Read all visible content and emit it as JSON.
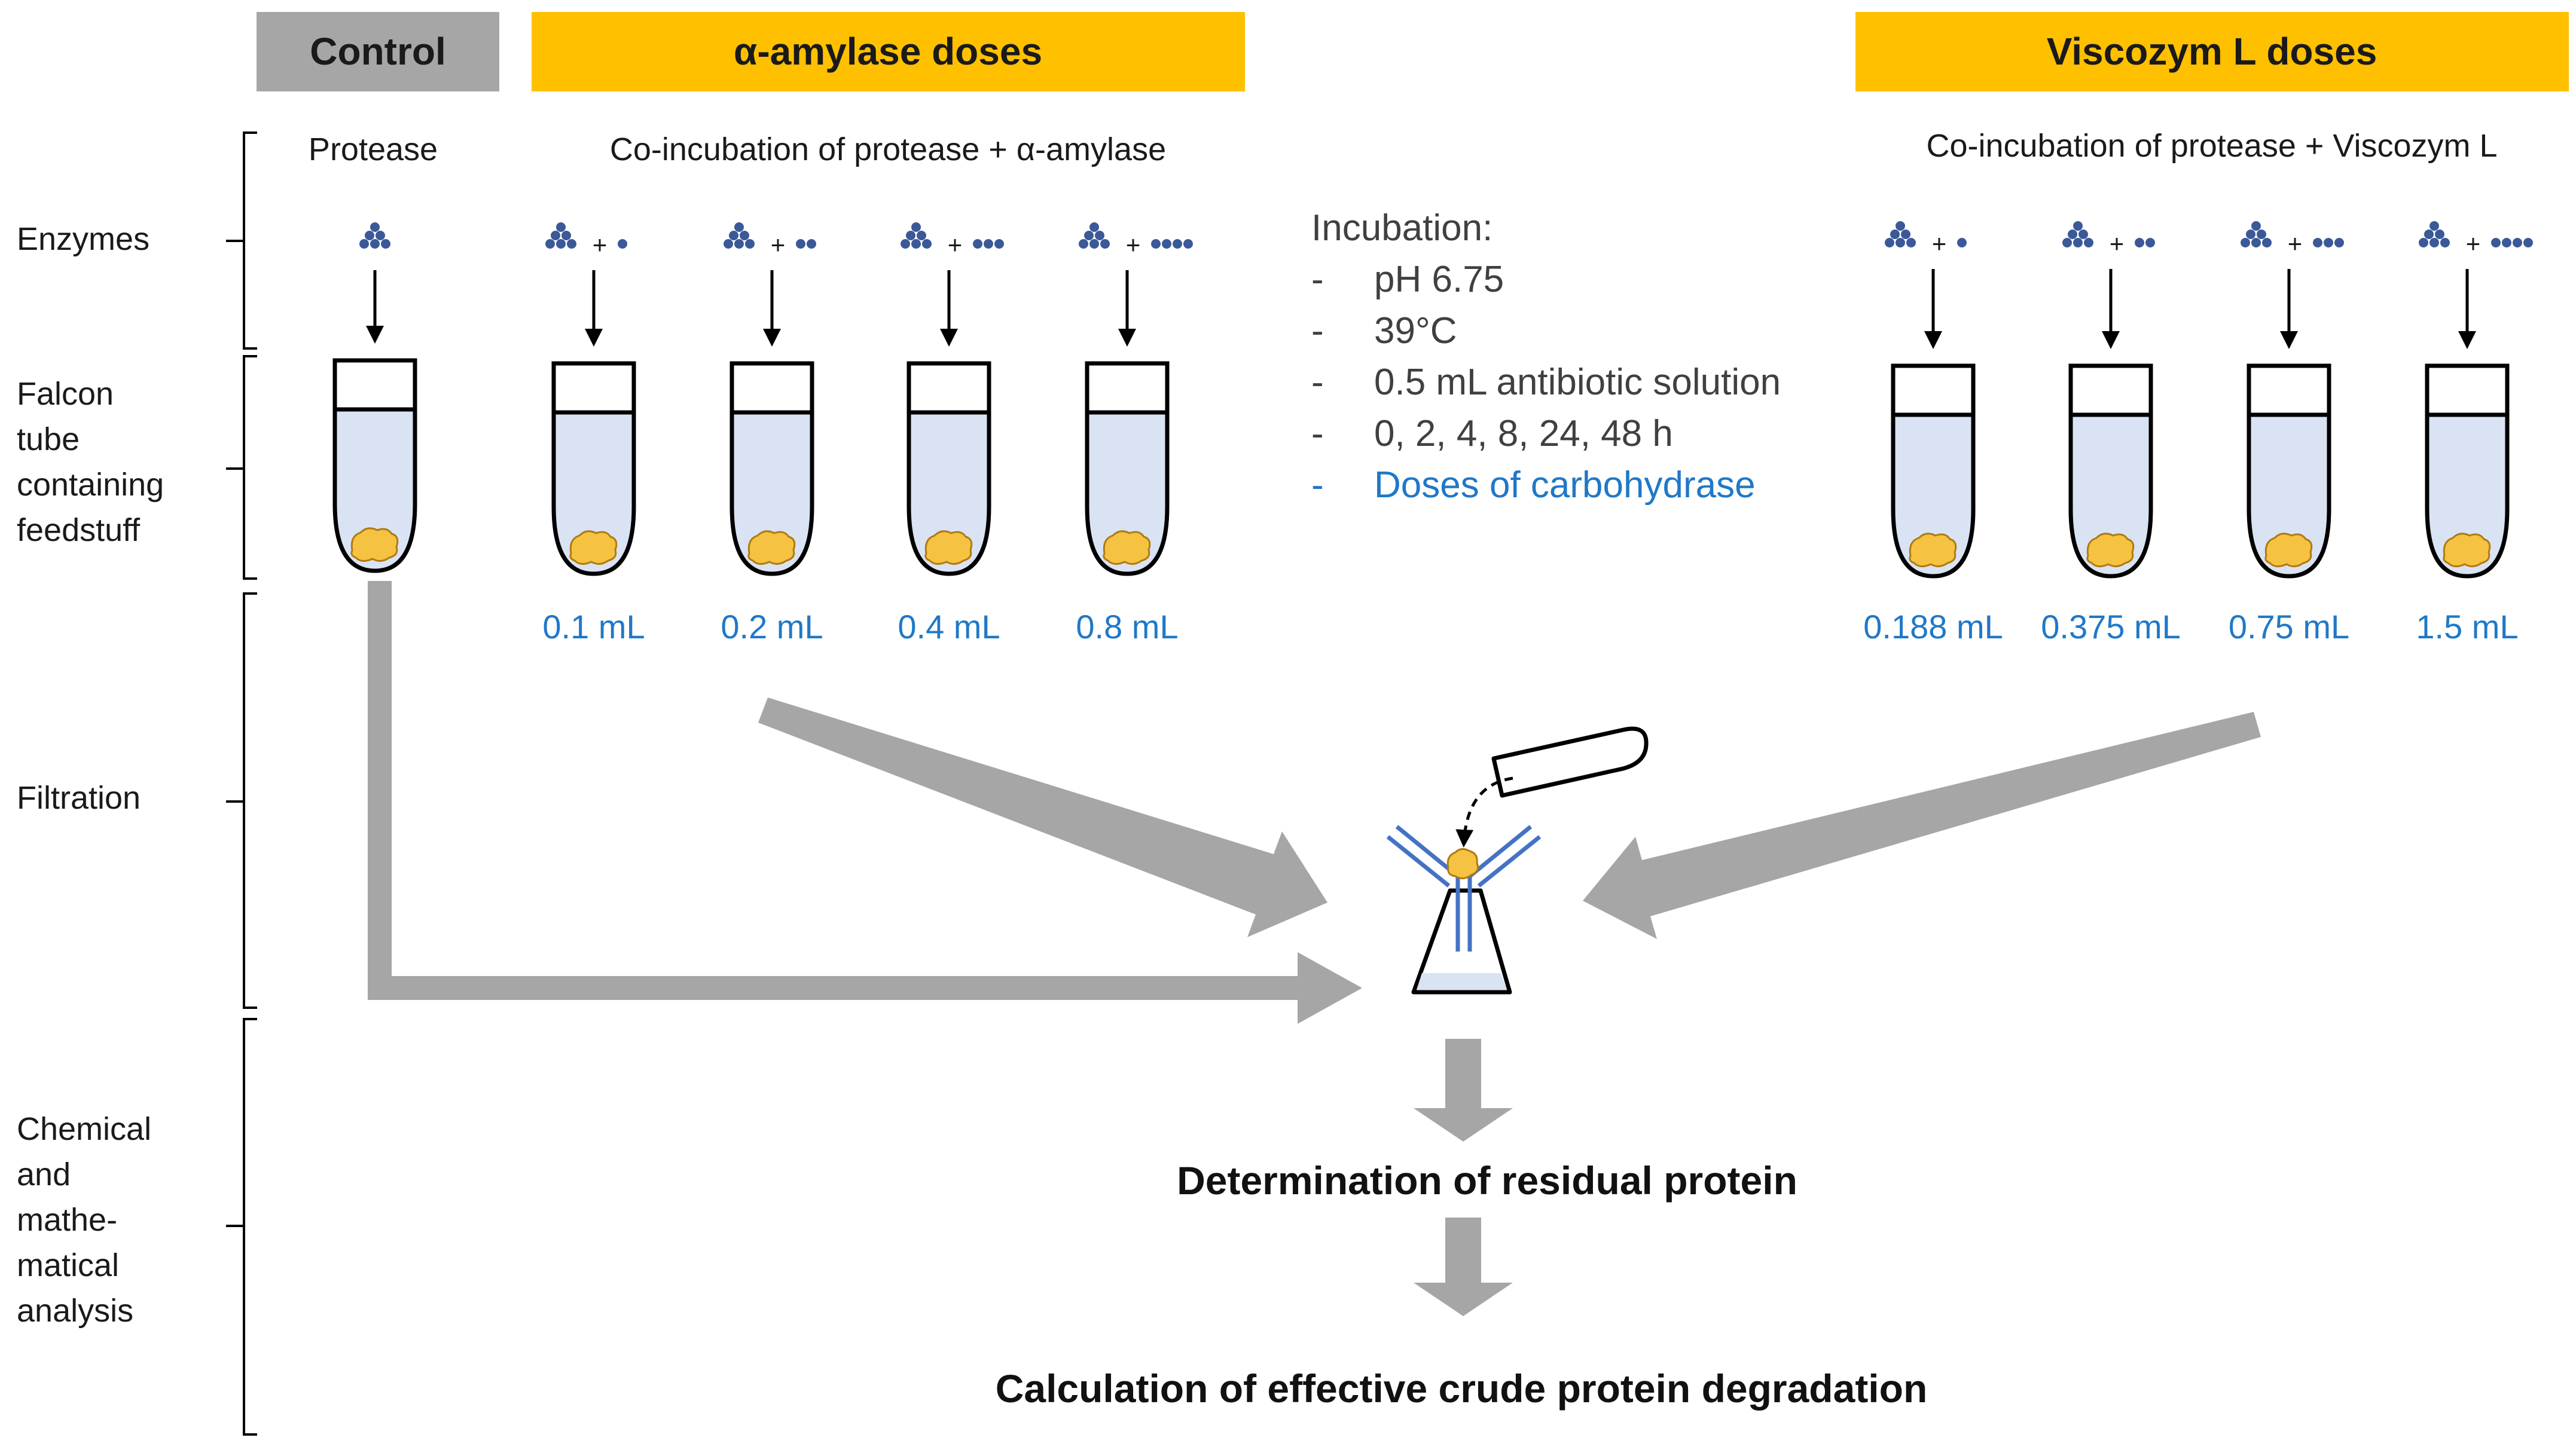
{
  "side_labels": {
    "enzymes": "Enzymes",
    "falcon": [
      "Falcon",
      "tube",
      "containing",
      "feedstuff"
    ],
    "filtration": "Filtration",
    "chemical": [
      "Chemical",
      "and",
      "mathe-",
      "matical",
      "analysis"
    ]
  },
  "headers": {
    "control": "Control",
    "amylase": "α-amylase doses",
    "viscozym": "Viscozym L doses"
  },
  "subtitles": {
    "control": "Protease",
    "amylase": "Co-incubation of protease + α-amylase",
    "viscozym": "Co-incubation of protease + Viscozym L"
  },
  "incubation": {
    "title": "Incubation:",
    "items": [
      "pH 6.75",
      "39°C",
      "0.5 mL antibiotic solution",
      "0, 2, 4, 8, 24, 48 h"
    ],
    "highlight": "Doses of carbohydrase",
    "dash": "-"
  },
  "plus": "+",
  "doses_amylase": [
    "0.1 mL",
    "0.2 mL",
    "0.4 mL",
    "0.8 mL"
  ],
  "doses_viscozym": [
    "0.188 mL",
    "0.375 mL",
    "0.75 mL",
    "1.5 mL"
  ],
  "results": {
    "residual": "Determination of residual protein",
    "calculation": "Calculation of effective crude protein degradation"
  },
  "colors": {
    "header_gray": "#a6a6a6",
    "header_gold": "#ffc000",
    "tube_fill": "#dae3f3",
    "feed": "#f5c242",
    "enzyme_dot": "#3b5998",
    "arrow_gray": "#a6a6a6",
    "dose_blue": "#1f78c8",
    "funnel_blue": "#4472c4"
  }
}
